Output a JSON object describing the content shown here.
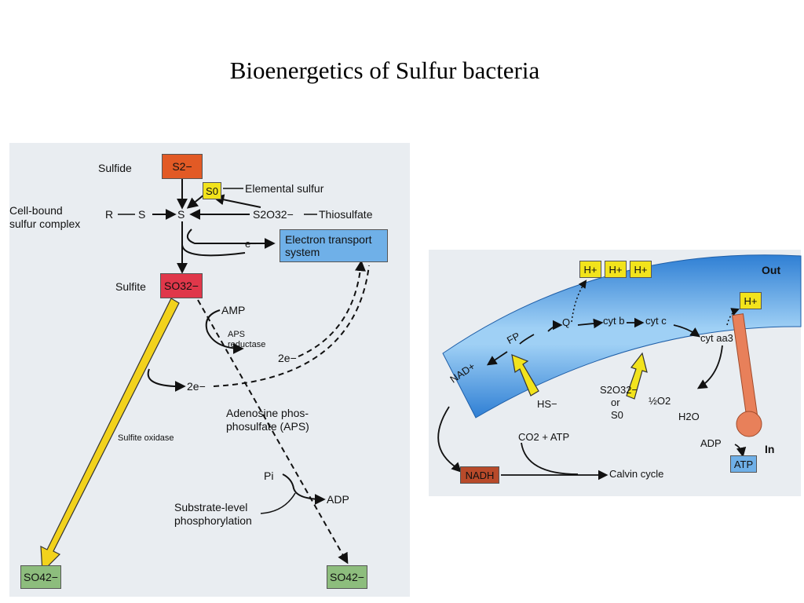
{
  "title": "Bioenergetics of Sulfur bacteria",
  "left": {
    "sulfide_label": "Sulfide",
    "sulfide_box": "S2−",
    "elemental_box": "S0",
    "elemental_label": "Elemental sulfur",
    "cell_bound_line1": "Cell-bound",
    "cell_bound_line2": "sulfur complex",
    "r": "R",
    "s1": "S",
    "s2": "S",
    "thiosulfate_formula": "S2O32−",
    "thiosulfate_label": "Thiosulfate",
    "electron": "e−",
    "etc_box_line1": "Electron transport",
    "etc_box_line2": "system",
    "sulfite_label": "Sulfite",
    "sulfite_box": "SO32−",
    "amp": "AMP",
    "aps_reductase_line1": "APS",
    "aps_reductase_line2": "reductase",
    "two_e_upper": "2e−",
    "two_e_lower": "2e−",
    "aps_line1": "Adenosine phos-",
    "aps_line2": "phosulfate (APS)",
    "sulfite_oxidase": "Sulfite oxidase",
    "pi": "Pi",
    "adp": "ADP",
    "substrate_line1": "Substrate-level",
    "substrate_line2": "phosphorylation",
    "sulfate_left": "SO42−",
    "sulfate_right": "SO42−"
  },
  "right": {
    "h_plus": "H+",
    "out": "Out",
    "in": "In",
    "q": "Q",
    "cyt_b": "cyt b",
    "cyt_c": "cyt c",
    "cyt_aa3": "cyt aa3",
    "fp": "FP",
    "nad_plus": "NAD+",
    "hs_minus": "HS−",
    "thio_line1": "S2O32−",
    "thio_or": "or",
    "thio_line3": "S0",
    "half_o2": "½O2",
    "h2o": "H2O",
    "adp": "ADP",
    "atp": "ATP",
    "co2_atp": "CO2 + ATP",
    "nadh": "NADH",
    "calvin": "Calvin cycle"
  },
  "colors": {
    "sulfide_box": "#e25a25",
    "sulfite_box": "#e0374a",
    "elemental_box": "#f2e31c",
    "sulfate_box": "#8dbd7d",
    "etc_box": "#6fb0e8",
    "membrane": "#3b8fe0",
    "nadh_box": "#b84a2a",
    "atp_synthase": "#e8805a"
  }
}
